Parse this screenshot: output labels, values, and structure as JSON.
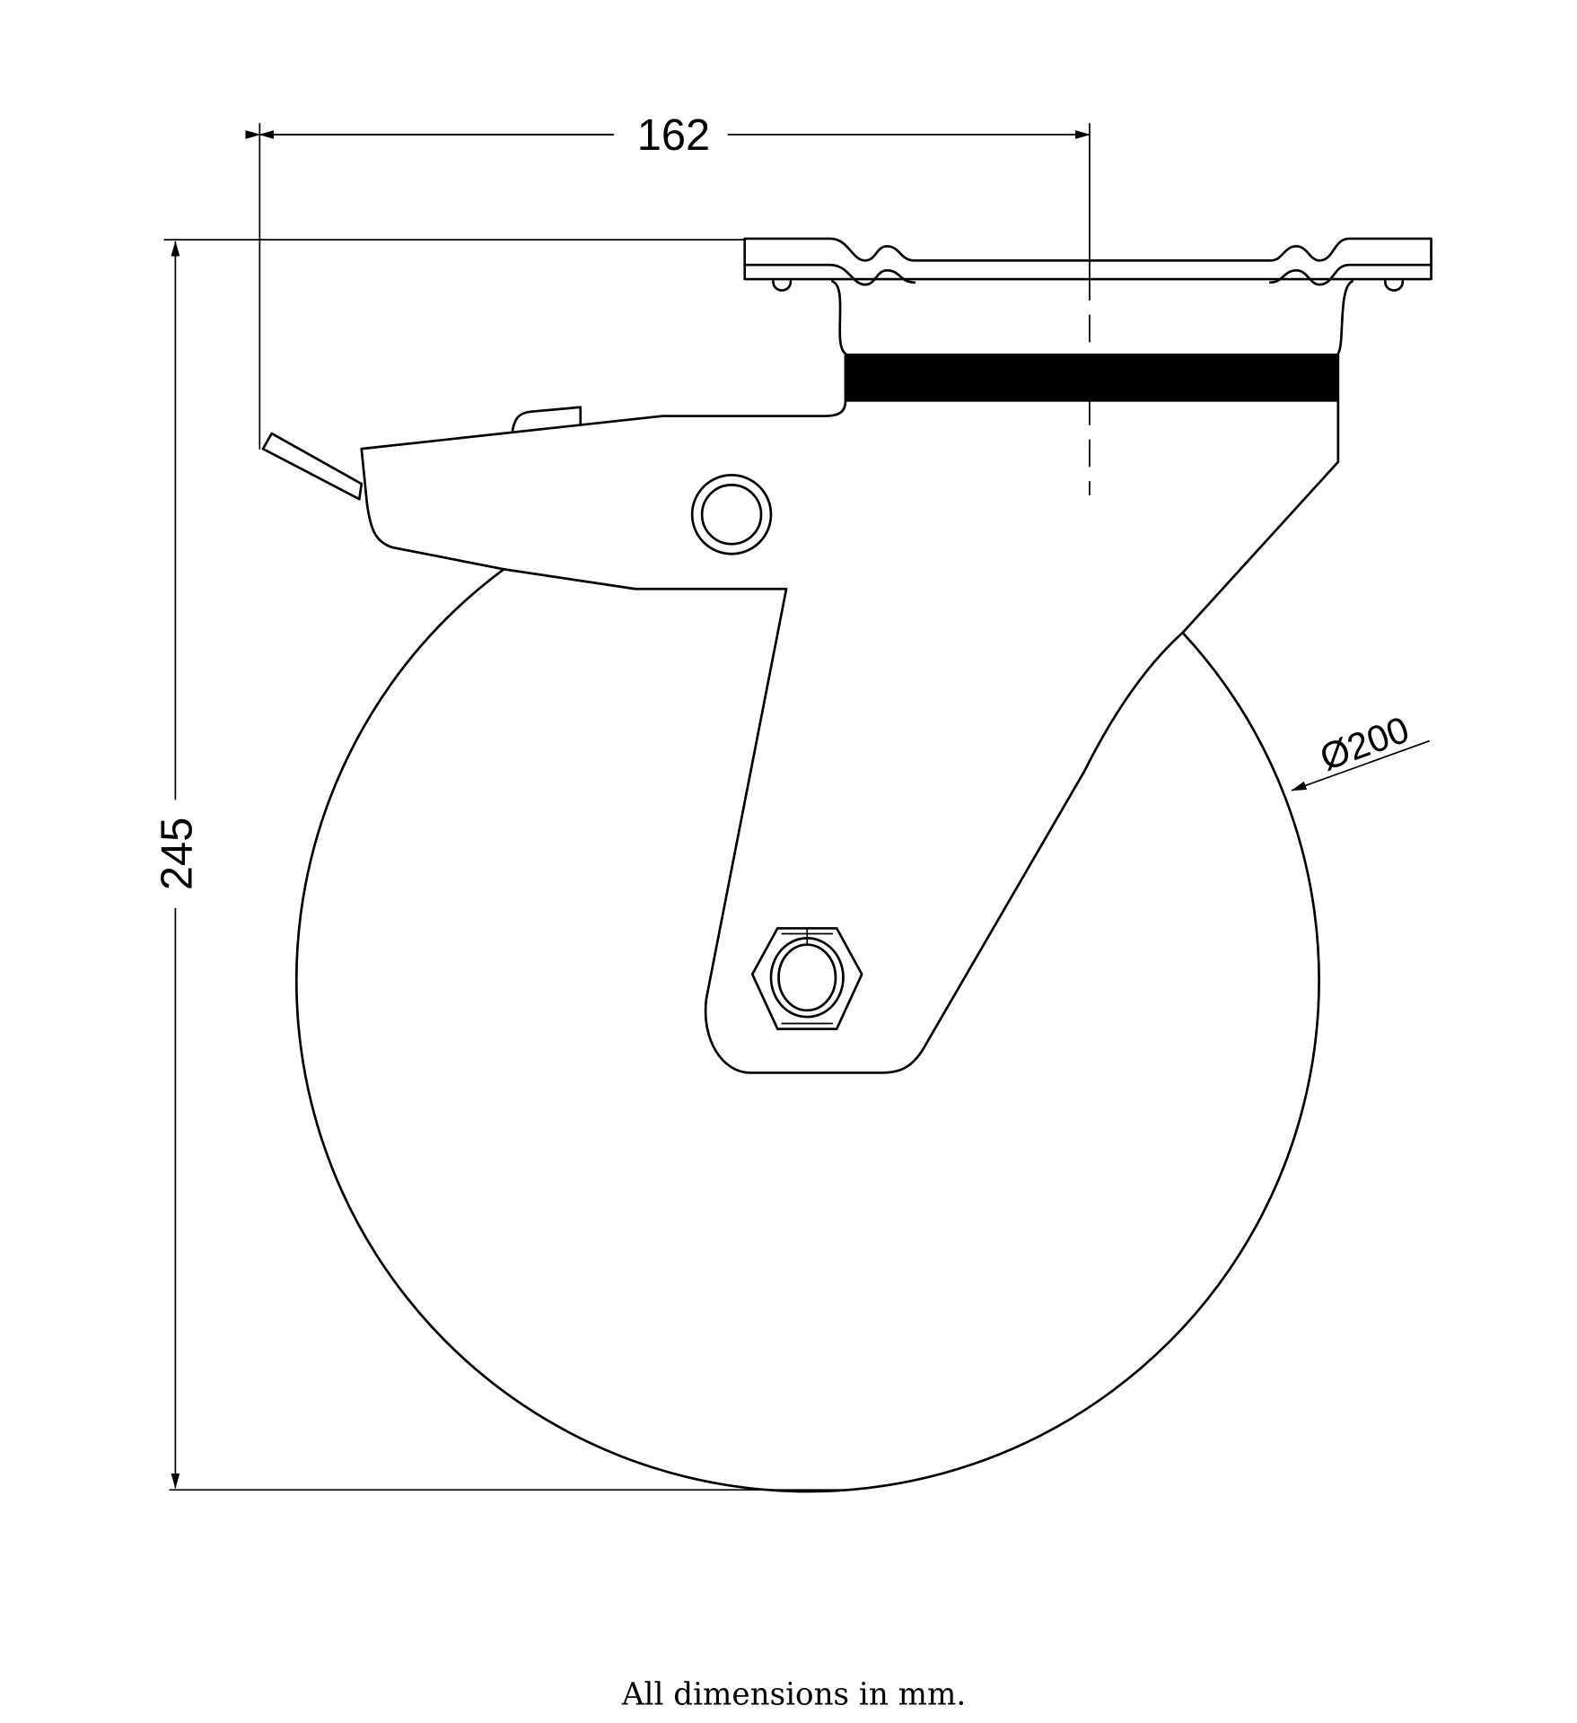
{
  "drawing": {
    "title": "Swivel castor with brake - side view",
    "dimensions": {
      "offset": "162",
      "height": "245",
      "wheel_diameter": "Ø200"
    },
    "footer_note": "All dimensions in mm.",
    "colors": {
      "line": "#000000",
      "background": "#ffffff"
    }
  }
}
